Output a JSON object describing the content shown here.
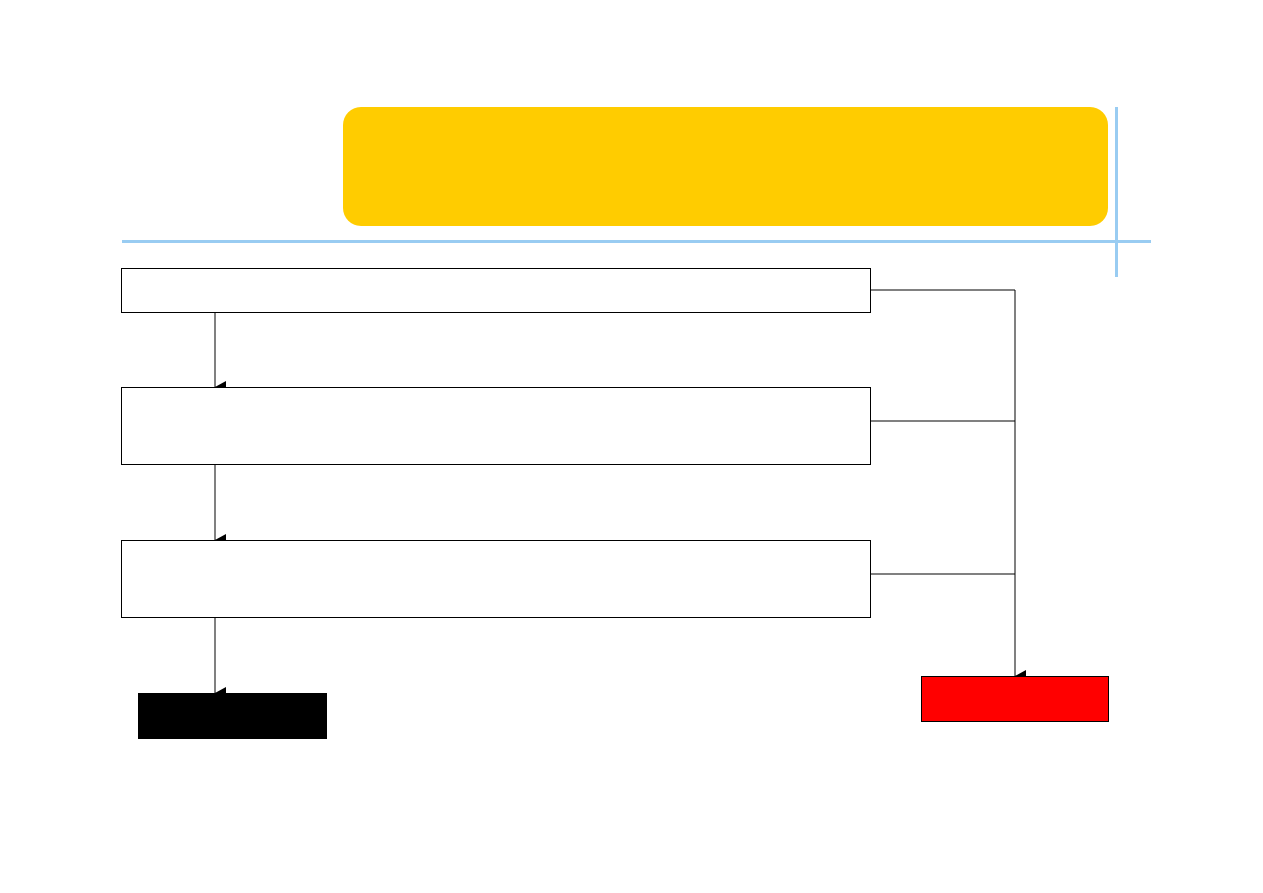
{
  "colors": {
    "title_fill": "#FFCC00",
    "guide_line": "#99CCF2",
    "box_border": "#000000",
    "outcome_yes_fill": "#000000",
    "outcome_no_fill": "#FF0000"
  },
  "diagram": {
    "title": "",
    "steps": [
      {
        "id": "step-1",
        "text": ""
      },
      {
        "id": "step-2",
        "text": ""
      },
      {
        "id": "step-3",
        "text": ""
      }
    ],
    "outcomes": {
      "yes": {
        "text": ""
      },
      "no": {
        "text": ""
      }
    },
    "edges": [
      {
        "from": "step-1",
        "to": "step-2"
      },
      {
        "from": "step-2",
        "to": "step-3"
      },
      {
        "from": "step-3",
        "to": "outcome-yes"
      },
      {
        "from": "step-1",
        "to": "outcome-no"
      },
      {
        "from": "step-2",
        "to": "outcome-no"
      },
      {
        "from": "step-3",
        "to": "outcome-no"
      }
    ]
  }
}
